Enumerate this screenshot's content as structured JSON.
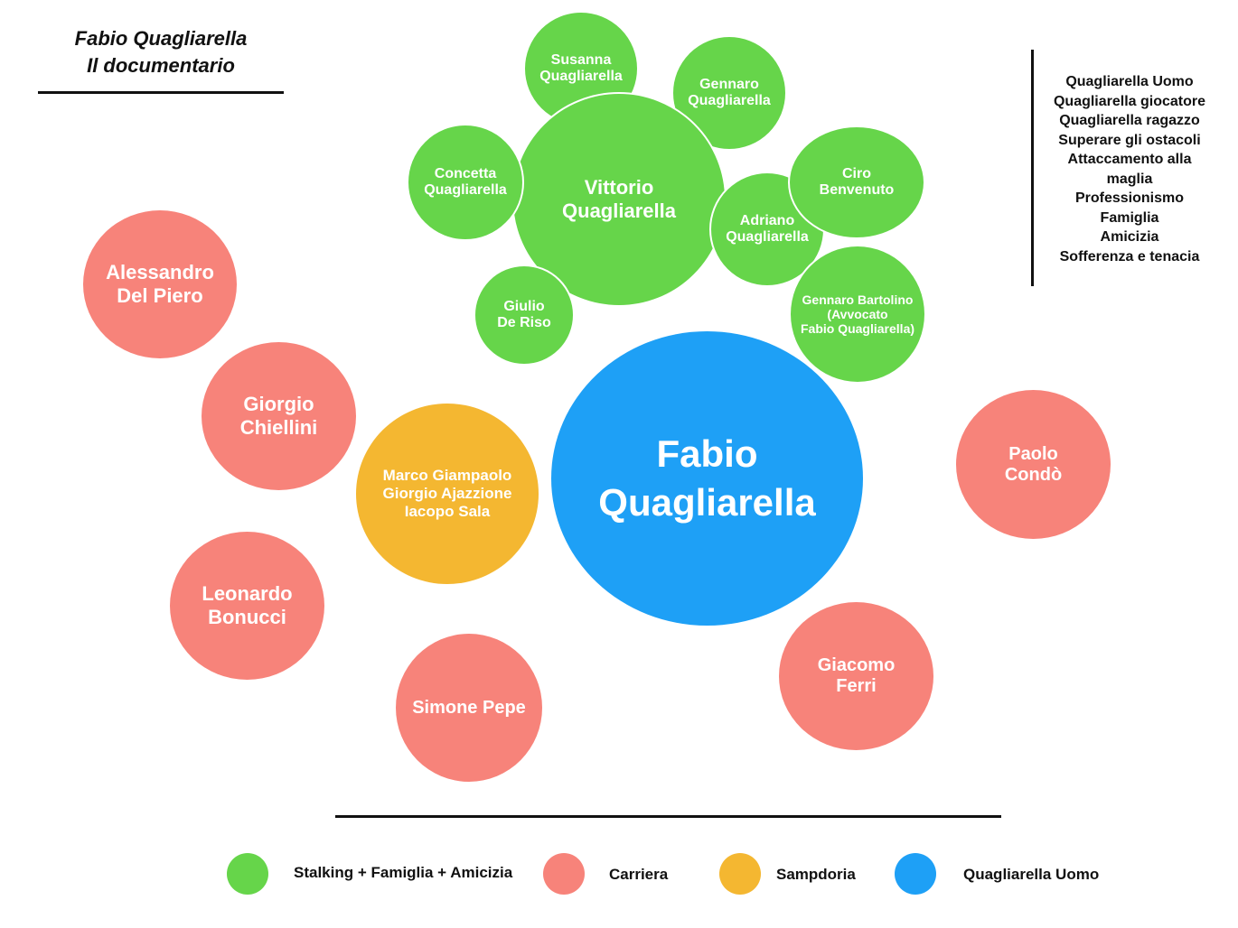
{
  "title": {
    "line1": "Fabio Quagliarella",
    "line2": "Il documentario"
  },
  "colors": {
    "green": "#66d54a",
    "red": "#f7837a",
    "yellow": "#f4b731",
    "blue": "#1ea0f6"
  },
  "bubbles": {
    "susanna": "Susanna\nQuagliarella",
    "gennaro": "Gennaro\nQuagliarella",
    "concetta": "Concetta\nQuagliarella",
    "vittorio": "Vittorio\nQuagliarella",
    "ciro": "Ciro\nBenvenuto",
    "adriano": "Adriano\nQuagliarella",
    "giulio": "Giulio\nDe Riso",
    "bartolino": "Gennaro Bartolino\n(Avvocato\nFabio Quagliarella)",
    "delpiero": "Alessandro\nDel Piero",
    "chiellini": "Giorgio\nChiellini",
    "giampaolo": "Marco Giampaolo\nGiorgio Ajazzione\nIacopo Sala",
    "fabio": "Fabio\nQuagliarella",
    "conde": "Paolo\nCondò",
    "bonucci": "Leonardo\nBonucci",
    "pepe": "Simone Pepe",
    "ferri": "Giacomo\nFerri"
  },
  "topics": [
    "Quagliarella Uomo",
    "Quagliarella giocatore",
    "Quagliarella ragazzo",
    "Superare gli ostacoli",
    "Attaccamento alla",
    "maglia",
    "Professionismo",
    "Famiglia",
    "Amicizia",
    "Sofferenza e tenacia"
  ],
  "legend": [
    {
      "label": "Stalking + Famiglia + Amicizia",
      "color": "#66d54a"
    },
    {
      "label": "Carriera",
      "color": "#f7837a"
    },
    {
      "label": "Sampdoria",
      "color": "#f4b731"
    },
    {
      "label": "Quagliarella Uomo",
      "color": "#1ea0f6"
    }
  ]
}
